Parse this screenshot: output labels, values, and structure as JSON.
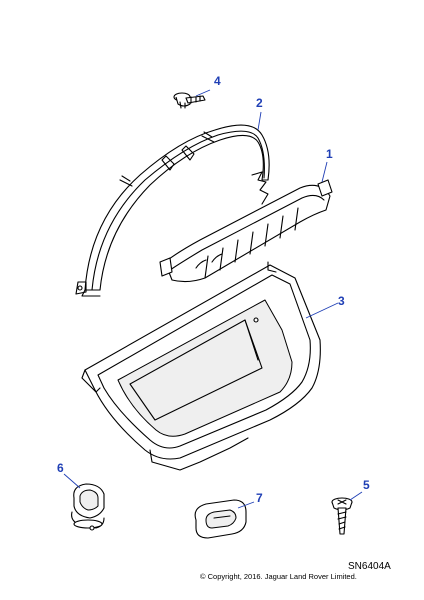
{
  "callouts": {
    "part1": "1",
    "part2": "2",
    "part3": "3",
    "part4": "4",
    "part5": "5",
    "part6": "6",
    "part7": "7"
  },
  "reference_code": "SN6404A",
  "copyright": "© Copyright, 2016. Jaguar Land Rover Limited.",
  "colors": {
    "callout": "#1f3fb5",
    "line": "#000000",
    "background": "#ffffff"
  }
}
